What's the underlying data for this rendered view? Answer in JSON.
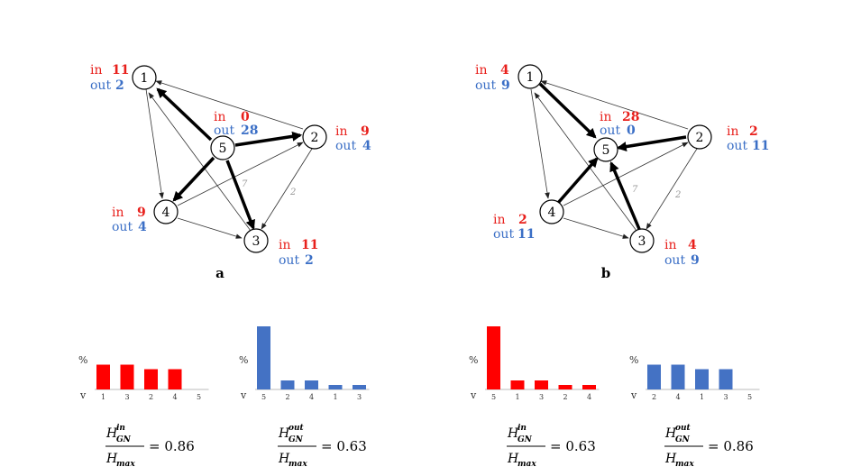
{
  "panels": [
    {
      "letter": "a",
      "nodes": [
        {
          "id": "1",
          "in_label": "in",
          "in": "11",
          "out_label": "out",
          "out": "2"
        },
        {
          "id": "2",
          "in_label": "in",
          "in": "9",
          "out_label": "out",
          "out": "4"
        },
        {
          "id": "3",
          "in_label": "in",
          "in": "11",
          "out_label": "out",
          "out": "2"
        },
        {
          "id": "4",
          "in_label": "in",
          "in": "9",
          "out_label": "out",
          "out": "4"
        },
        {
          "id": "5",
          "in_label": "in",
          "in": "0",
          "out_label": "out",
          "out": "28"
        }
      ],
      "edge_labels": [
        "7",
        "2"
      ]
    },
    {
      "letter": "b",
      "nodes": [
        {
          "id": "1",
          "in_label": "in",
          "in": "4",
          "out_label": "out",
          "out": "9"
        },
        {
          "id": "2",
          "in_label": "in",
          "in": "2",
          "out_label": "out",
          "out": "11"
        },
        {
          "id": "3",
          "in_label": "in",
          "in": "4",
          "out_label": "out",
          "out": "9"
        },
        {
          "id": "4",
          "in_label": "in",
          "in": "2",
          "out_label": "out",
          "out": "11"
        },
        {
          "id": "5",
          "in_label": "in",
          "in": "28",
          "out_label": "out",
          "out": "0"
        }
      ],
      "edge_labels": [
        "7",
        "2"
      ]
    }
  ],
  "colors": {
    "in": "#e8201c",
    "out": "#3b6fc6",
    "in_bar": "#ff0000",
    "out_bar": "#4472c4"
  },
  "chart_data": [
    {
      "type": "bar",
      "ylabel": "%",
      "xlabel": "v",
      "categories": [
        "1",
        "3",
        "2",
        "4",
        "5"
      ],
      "values": [
        11,
        11,
        9,
        9,
        0
      ],
      "color": "red"
    },
    {
      "type": "bar",
      "ylabel": "%",
      "xlabel": "v",
      "categories": [
        "5",
        "2",
        "4",
        "1",
        "3"
      ],
      "values": [
        28,
        4,
        4,
        2,
        2
      ],
      "color": "blue"
    },
    {
      "type": "bar",
      "ylabel": "%",
      "xlabel": "v",
      "categories": [
        "5",
        "1",
        "3",
        "2",
        "4"
      ],
      "values": [
        28,
        4,
        4,
        2,
        2
      ],
      "color": "red"
    },
    {
      "type": "bar",
      "ylabel": "%",
      "xlabel": "v",
      "categories": [
        "2",
        "4",
        "1",
        "3",
        "5"
      ],
      "values": [
        11,
        11,
        9,
        9,
        0
      ],
      "color": "blue"
    }
  ],
  "formulas": [
    {
      "H": "H",
      "sup": "in",
      "sub": "GN",
      "den_H": "H",
      "den_sub": "max",
      "eq": "= 0.86"
    },
    {
      "H": "H",
      "sup": "out",
      "sub": "GN",
      "den_H": "H",
      "den_sub": "max",
      "eq": "= 0.63"
    },
    {
      "H": "H",
      "sup": "in",
      "sub": "GN",
      "den_H": "H",
      "den_sub": "max",
      "eq": "= 0.63"
    },
    {
      "H": "H",
      "sup": "out",
      "sub": "GN",
      "den_H": "H",
      "den_sub": "max",
      "eq": "= 0.86"
    }
  ]
}
